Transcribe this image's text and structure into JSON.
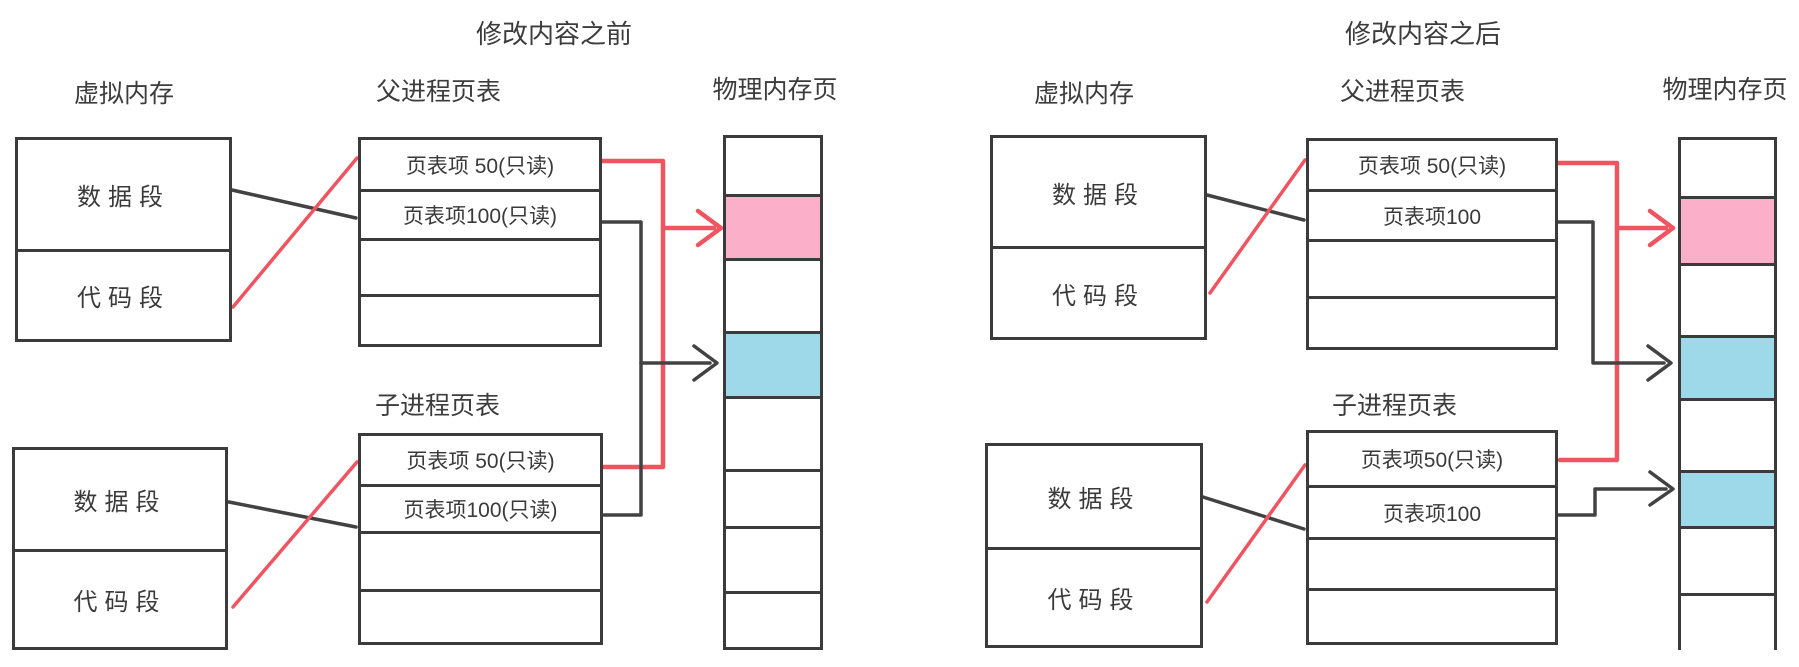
{
  "colors": {
    "white": "#ffffff",
    "pink": "#FBAFC8",
    "blue": "#9ED9E9",
    "red": "#EF5560",
    "dark": "#424242"
  },
  "left": {
    "title": "修改内容之前",
    "virtual_memory_label": "虚拟内存",
    "parent_table_label": "父进程页表",
    "child_table_label": "子进程页表",
    "physical_memory_label": "物理内存页",
    "vm_top": {
      "data_segment": "数据段",
      "code_segment": "代码段"
    },
    "vm_bottom": {
      "data_segment": "数据段",
      "code_segment": "代码段"
    },
    "parent_entries": [
      "页表项 50(只读)",
      "页表项100(只读)"
    ],
    "child_entries": [
      "页表项 50(只读)",
      "页表项100(只读)"
    ],
    "physical_cells": [
      "white",
      "pink",
      "white",
      "blue",
      "white",
      "white",
      "white",
      "white"
    ]
  },
  "right": {
    "title": "修改内容之后",
    "virtual_memory_label": "虚拟内存",
    "parent_table_label": "父进程页表",
    "child_table_label": "子进程页表",
    "physical_memory_label": "物理内存页",
    "vm_top": {
      "data_segment": "数据段",
      "code_segment": "代码段"
    },
    "vm_bottom": {
      "data_segment": "数据段",
      "code_segment": "代码段"
    },
    "parent_entries": [
      "页表项 50(只读)",
      "页表项100"
    ],
    "child_entries": [
      "页表项50(只读)",
      "页表项100"
    ],
    "physical_cells": [
      "white",
      "pink",
      "white",
      "blue",
      "white",
      "blue",
      "white",
      "white"
    ]
  }
}
